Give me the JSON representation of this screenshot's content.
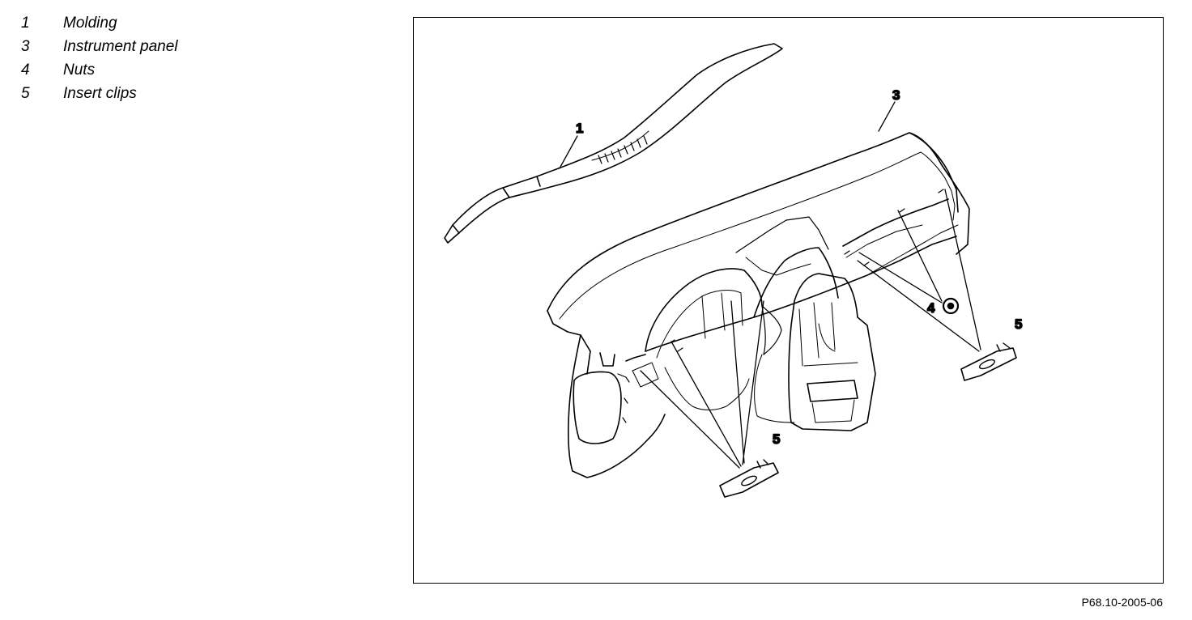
{
  "legend": [
    {
      "number": "1",
      "label": "Molding"
    },
    {
      "number": "3",
      "label": "Instrument panel"
    },
    {
      "number": "4",
      "label": "Nuts"
    },
    {
      "number": "5",
      "label": "Insert clips"
    }
  ],
  "callouts": {
    "molding": "1",
    "instrument_panel": "3",
    "nuts": "4",
    "insert_clips_right": "5",
    "insert_clips_bottom": "5"
  },
  "figure_code": "P68.10-2005-06",
  "colors": {
    "line": "#000000",
    "background": "#ffffff"
  }
}
